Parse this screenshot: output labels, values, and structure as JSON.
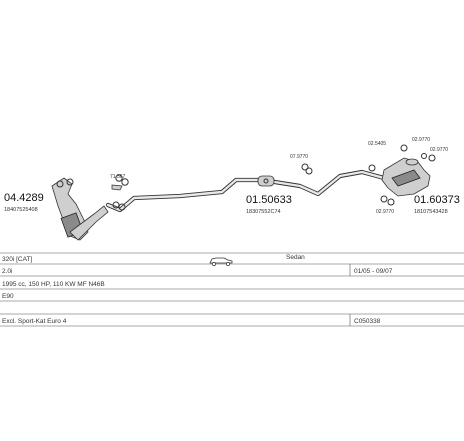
{
  "parts": {
    "p1_code": "04.4289",
    "p1_ref": "18407525408",
    "p2_code": "71.367",
    "p3_code": "07.9770",
    "p4_code": "01.50633",
    "p4_ref": "18307552C74",
    "p5_code": "02.5405",
    "p6_code": "02.9770",
    "p7_code": "02.9770",
    "p8_code": "02.9770",
    "p9_code": "01.60373",
    "p9_ref": "18107543428"
  },
  "table": {
    "row1_model": "320i [CAT]",
    "row1_icon": "car-icon",
    "row1_body": "Sedan",
    "row2_engine": "2.0i",
    "row2_years": "01/05 - 09/07",
    "row3_spec": "1995 cc, 150 HP, 110 KW MF N46B",
    "row4_chassis": "E90",
    "row5_note": "Excl. Sport-Kat Euro 4",
    "row5_code": "C050338"
  }
}
